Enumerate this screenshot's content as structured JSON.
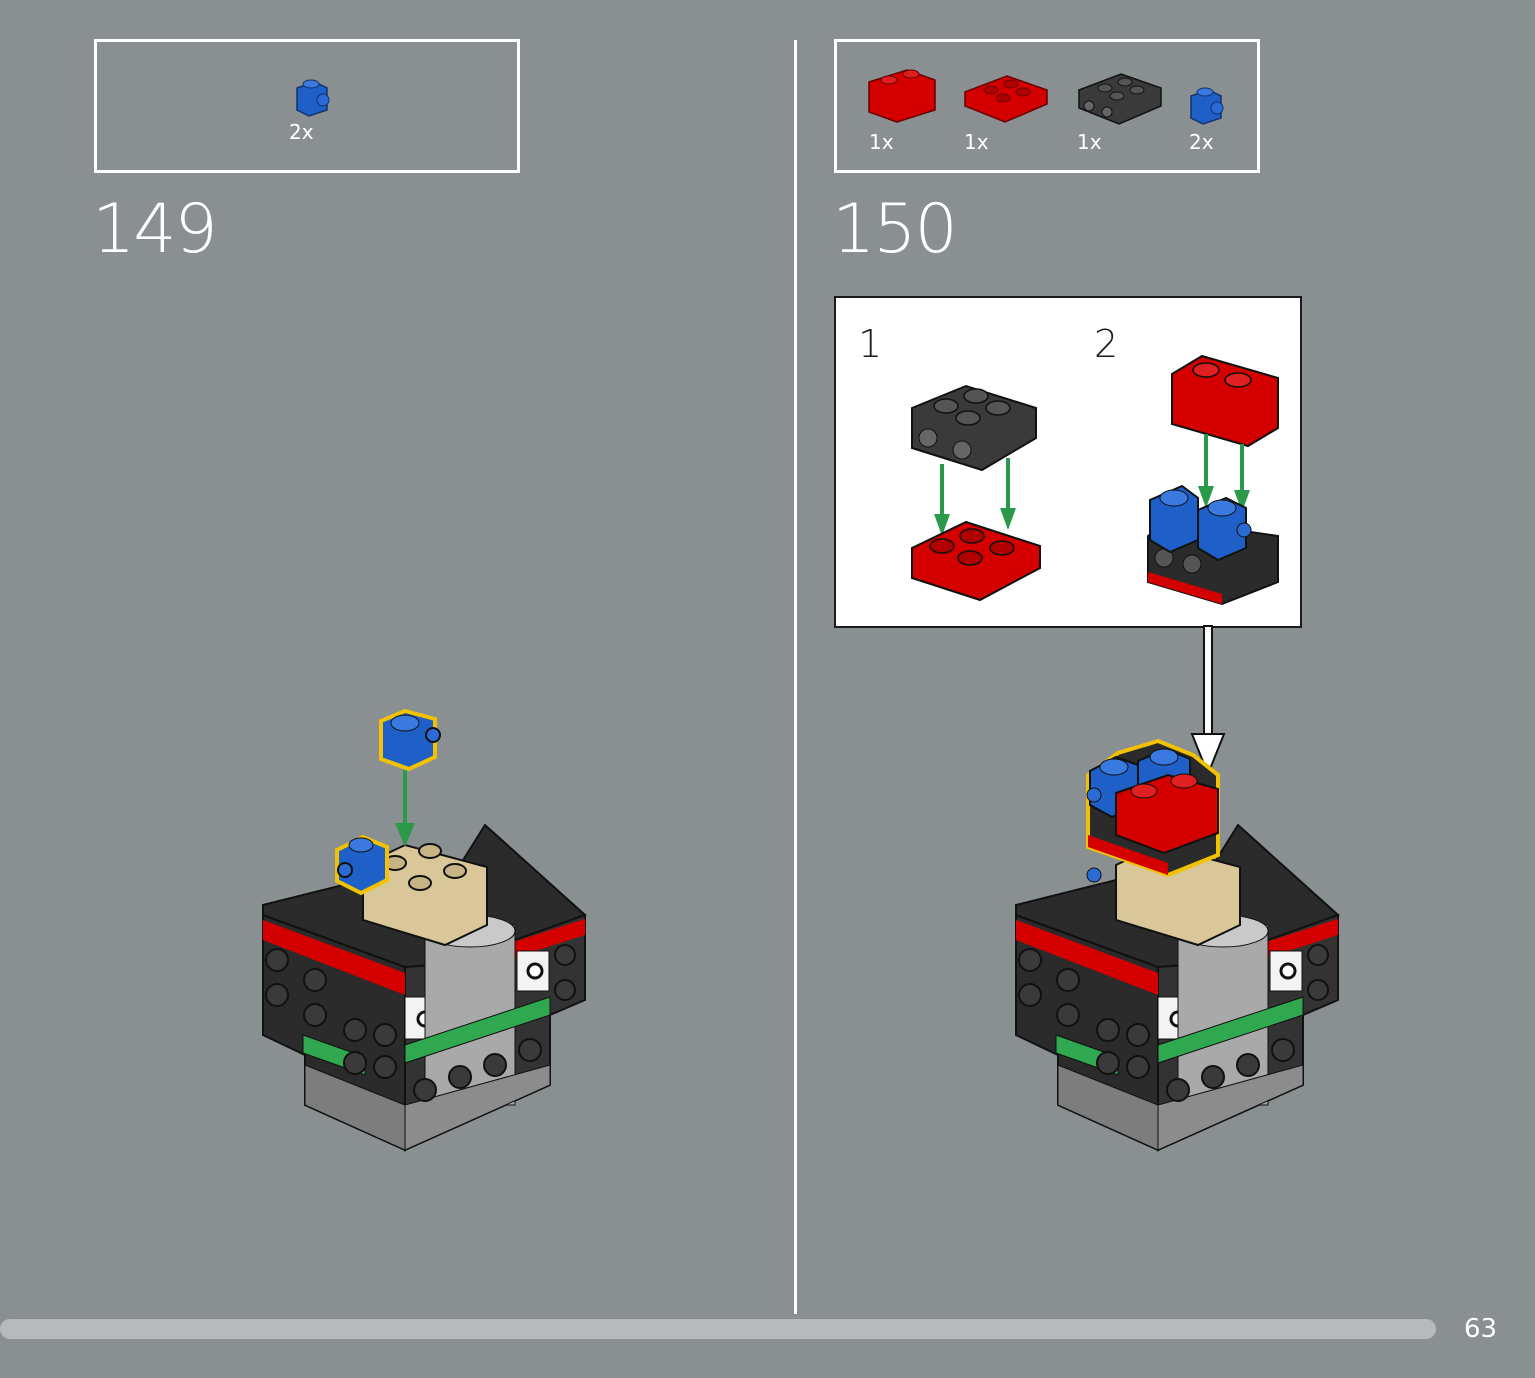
{
  "step_149": {
    "number": "149",
    "parts": [
      {
        "name": "blue-1x1-brick-with-side-stud",
        "qty": "2x"
      }
    ]
  },
  "step_150": {
    "number": "150",
    "parts": [
      {
        "name": "red-1x2-brick",
        "qty": "1x"
      },
      {
        "name": "red-2x2-plate",
        "qty": "1x"
      },
      {
        "name": "dark-gray-2x2-plate-with-side-studs",
        "qty": "1x"
      },
      {
        "name": "blue-1x1-brick-with-side-stud",
        "qty": "2x"
      }
    ],
    "substeps": [
      "1",
      "2"
    ]
  },
  "page_number": "63",
  "colors": {
    "background": "#8a8f91",
    "red": "#d40000",
    "blue": "#1e5fc8",
    "tan": "#d9c79a",
    "black": "#2b2b2b",
    "green": "#2fa84f",
    "highlight": "#f2c200"
  }
}
